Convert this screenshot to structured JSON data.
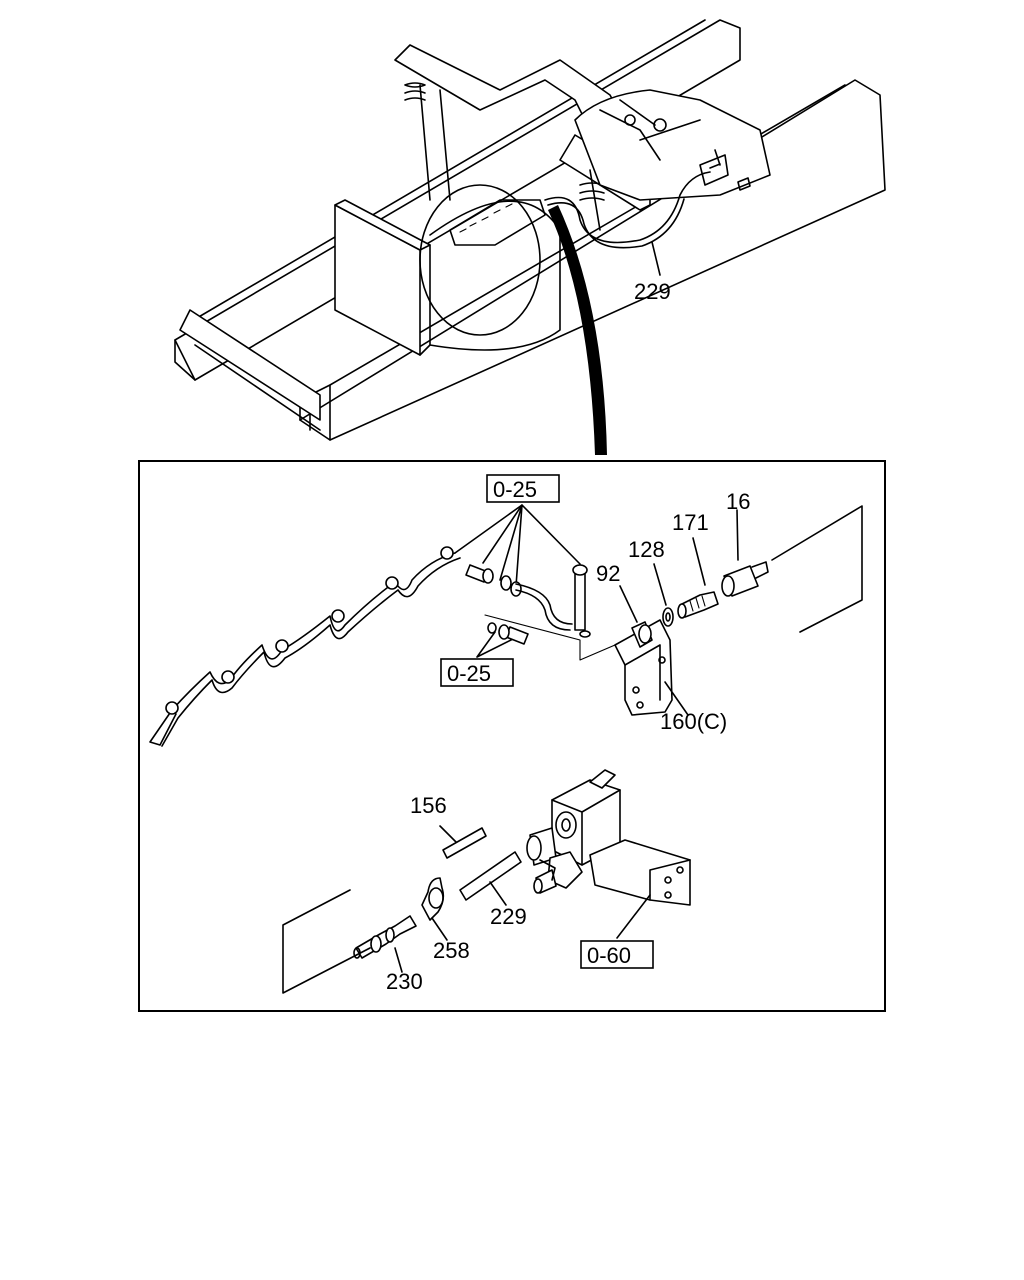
{
  "callouts": {
    "c229_top": "229",
    "c16": "16",
    "c171": "171",
    "c128": "128",
    "c92": "92",
    "c160c": "160(C)",
    "c156": "156",
    "c229_bottom": "229",
    "c258": "258",
    "c230": "230"
  },
  "refs": {
    "r025_top": "0-25",
    "r025_mid": "0-25",
    "r060": "0-60"
  }
}
